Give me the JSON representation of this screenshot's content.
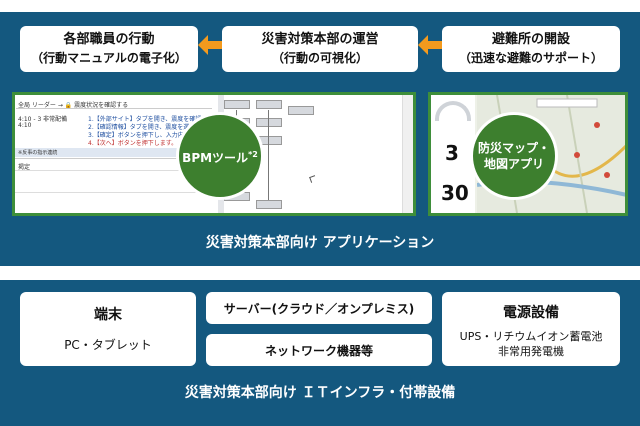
{
  "top_boxes": [
    {
      "line1": "各部職員の行動",
      "line2": "（行動マニュアルの電子化）"
    },
    {
      "line1": "災害対策本部の運営",
      "line2": "（行動の可視化）"
    },
    {
      "line1": "避難所の開設",
      "line2": "（迅速な避難のサポート）"
    }
  ],
  "app_panel_title": "災害対策本部向け アプリケーション",
  "bpm_label": "BPMツール",
  "bpm_superscript": "*2",
  "map_label_line1": "防災マップ・",
  "map_label_line2": "地図アプリ",
  "screenshot_left": {
    "header": "全局 リーダー → 🔒 震度状況を確認する",
    "times": [
      "4:10 - 3 非常配備",
      "4:10"
    ],
    "steps": [
      "1.【外部サイト】タブを開き、震度を確認し",
      "2.【確認情報】タブを開き、震度を選択し",
      "3.【確定】ボタンを押下し、入力内容を確",
      "4.【次へ】ボタンを押下します。"
    ],
    "tab_label": "※反事の指示連続",
    "status": "掲定"
  },
  "screenshot_map": {
    "numbers": [
      "3",
      "30"
    ]
  },
  "infra_panel_title": "災害対策本部向け ＩＴインフラ・付帯設備",
  "terminal": {
    "title": "端末",
    "body": "PC・タブレット"
  },
  "server_label": "サーバー(クラウド／オンプレミス)",
  "network_label": "ネットワーク機器等",
  "power": {
    "title": "電源設備",
    "line1": "UPS・リチウムイオン蓄電池",
    "line2": "非常用発電機"
  },
  "colors": {
    "panel": "#14587f",
    "arrow": "#f39a1e",
    "circle": "#3d7f2e"
  }
}
